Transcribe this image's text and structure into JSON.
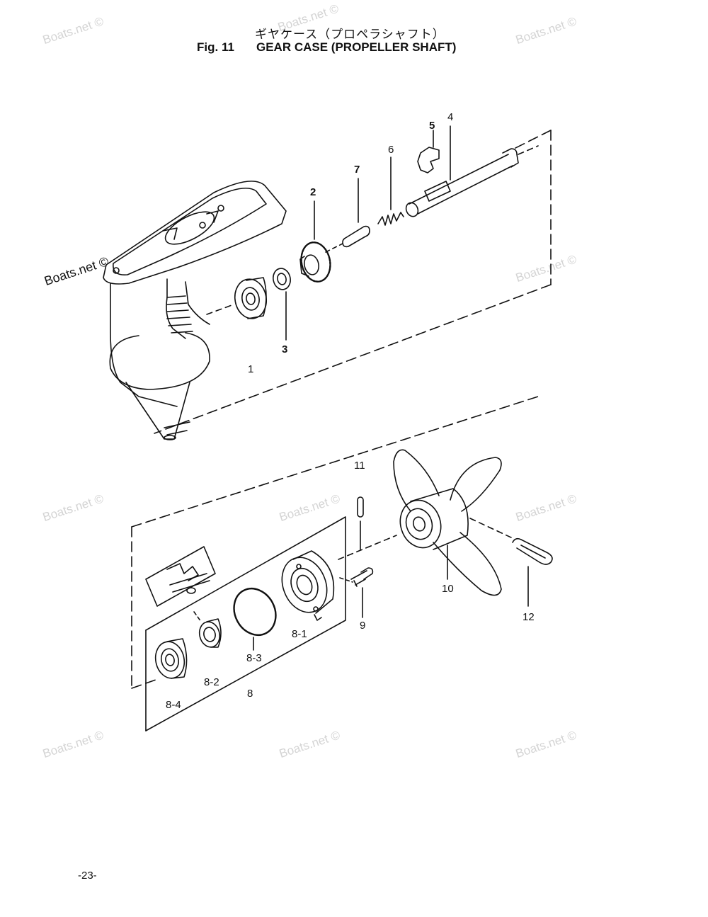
{
  "header": {
    "title_jp": "ギヤケース（プロペラシャフト）",
    "fig_no": "Fig. 11",
    "title": "GEAR CASE (PROPELLER SHAFT)"
  },
  "watermark": "Boats.net ©",
  "footer": {
    "page": "-23-"
  },
  "parts": [
    {
      "id": "p1",
      "label": "1"
    },
    {
      "id": "p2",
      "label": "2"
    },
    {
      "id": "p3",
      "label": "3"
    },
    {
      "id": "p4",
      "label": "4"
    },
    {
      "id": "p5",
      "label": "5"
    },
    {
      "id": "p6",
      "label": "6"
    },
    {
      "id": "p7",
      "label": "7"
    },
    {
      "id": "p8",
      "label": "8"
    },
    {
      "id": "p8_1",
      "label": "8-1"
    },
    {
      "id": "p8_2",
      "label": "8-2"
    },
    {
      "id": "p8_3",
      "label": "8-3"
    },
    {
      "id": "p8_4",
      "label": "8-4"
    },
    {
      "id": "p9",
      "label": "9"
    },
    {
      "id": "p10",
      "label": "10"
    },
    {
      "id": "p11",
      "label": "11"
    },
    {
      "id": "p12",
      "label": "12"
    }
  ]
}
